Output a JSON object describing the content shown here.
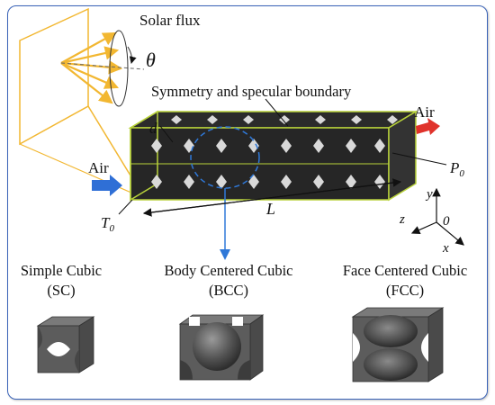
{
  "labels": {
    "solar_flux": "Solar flux",
    "theta": "θ",
    "symmetry": "Symmetry and specular boundary",
    "air_in": "Air",
    "air_out": "Air",
    "d": "d",
    "L": "L",
    "T0": "T",
    "T0_sub": "0",
    "P0": "P",
    "P0_sub": "0",
    "axis_x": "x",
    "axis_y": "y",
    "axis_z": "z",
    "axis_origin": "0"
  },
  "cells": [
    {
      "name": "Simple Cubic",
      "abbr": "(SC)"
    },
    {
      "name": "Body Centered Cubic",
      "abbr": "(BCC)"
    },
    {
      "name": "Face Centered Cubic",
      "abbr": "(FCC)"
    }
  ],
  "colors": {
    "frame": "#3a63b8",
    "solar": "#f2b731",
    "tube_outline": "#b8d23a",
    "air_in_arrow": "#2f6fd6",
    "air_out_arrow": "#e0322b",
    "highlight": "#2f78d8",
    "cell_gray": "#595959"
  }
}
